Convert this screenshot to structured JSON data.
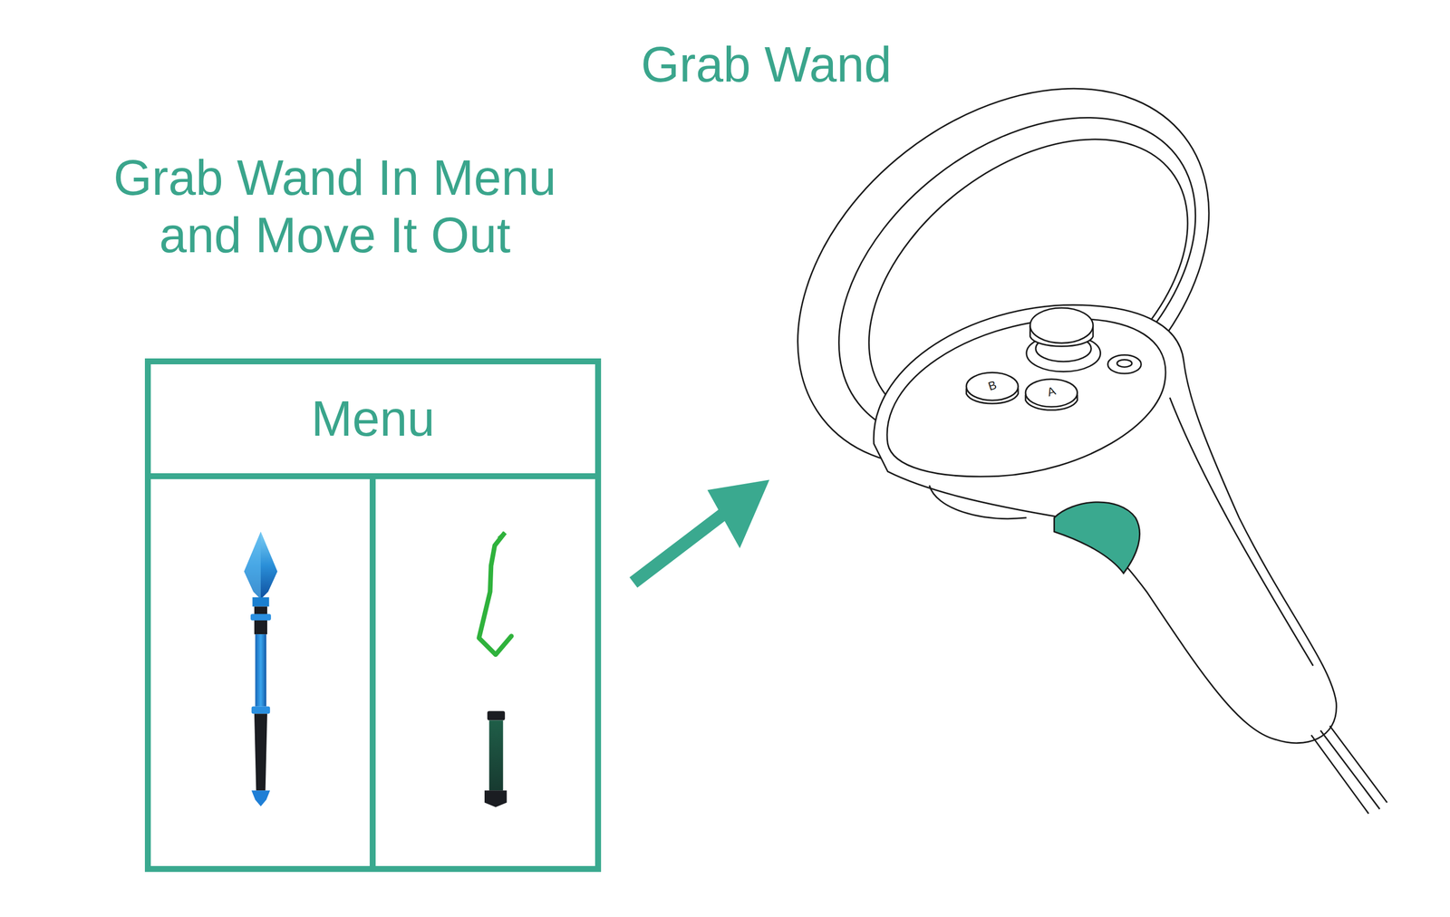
{
  "diagram": {
    "nodes": [
      {
        "text": [
          "Menu"
        ]
      }
    ],
    "labels": [
      "Grab Wand",
      "Grab Wand In Menu and Move It Out",
      "B",
      "A"
    ]
  }
}
